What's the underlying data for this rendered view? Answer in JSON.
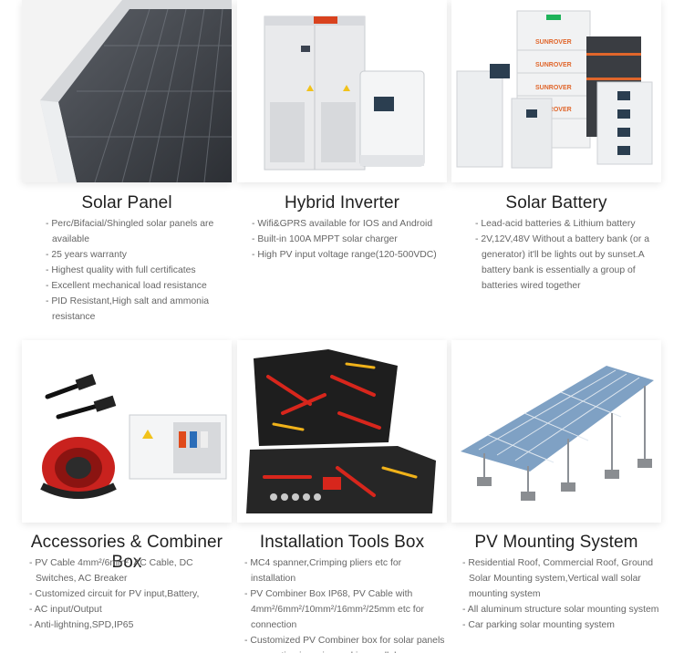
{
  "products": [
    {
      "title": "Solar Panel",
      "icon": "solar-panel-photo",
      "features": [
        "Perc/Bifacial/Shingled solar panels are available",
        "25 years warranty",
        "Highest quality with full certificates",
        "Excellent mechanical load resistance",
        "PID Resistant,High salt and ammonia resistance"
      ]
    },
    {
      "title": "Hybrid Inverter",
      "icon": "hybrid-inverter-photo",
      "features": [
        "Wifi&GPRS available for IOS and Android",
        "Built-in 100A MPPT solar charger",
        "High PV input voltage range(120-500VDC)"
      ]
    },
    {
      "title": "Solar Battery",
      "icon": "solar-battery-photo",
      "brand": "SUNROVER",
      "features": [
        "Lead-acid batteries & Lithium battery",
        "2V,12V,48V Without a battery bank (or a generator) it'll be lights out by sunset.A battery bank is essentially a group of batteries wired together"
      ]
    },
    {
      "title": "Accessories & Combiner Box",
      "icon": "accessories-combiner-box-photo",
      "features": [
        "PV Cable 4mm²/6mm², AC Cable, DC Switches, AC Breaker",
        "Customized circuit for PV input,Battery,",
        "AC input/Output",
        "Anti-lightning,SPD,IP65"
      ]
    },
    {
      "title": "Installation Tools Box",
      "icon": "installation-tools-box-photo",
      "features": [
        "MC4 spanner,Crimping pliers etc for installation",
        "PV Combiner Box IP68, PV Cable with 4mm²/6mm²/10mm²/16mm²/25mm etc for connection",
        "Customized PV Combiner box for solar panels connection in series and in parallel"
      ]
    },
    {
      "title": "PV Mounting System",
      "icon": "pv-mounting-system-photo",
      "features": [
        "Residential Roof, Commercial Roof, Ground Solar Mounting system,Vertical wall solar mounting system",
        "All aluminum structure solar mounting system",
        "Car parking solar mounting system"
      ]
    }
  ]
}
